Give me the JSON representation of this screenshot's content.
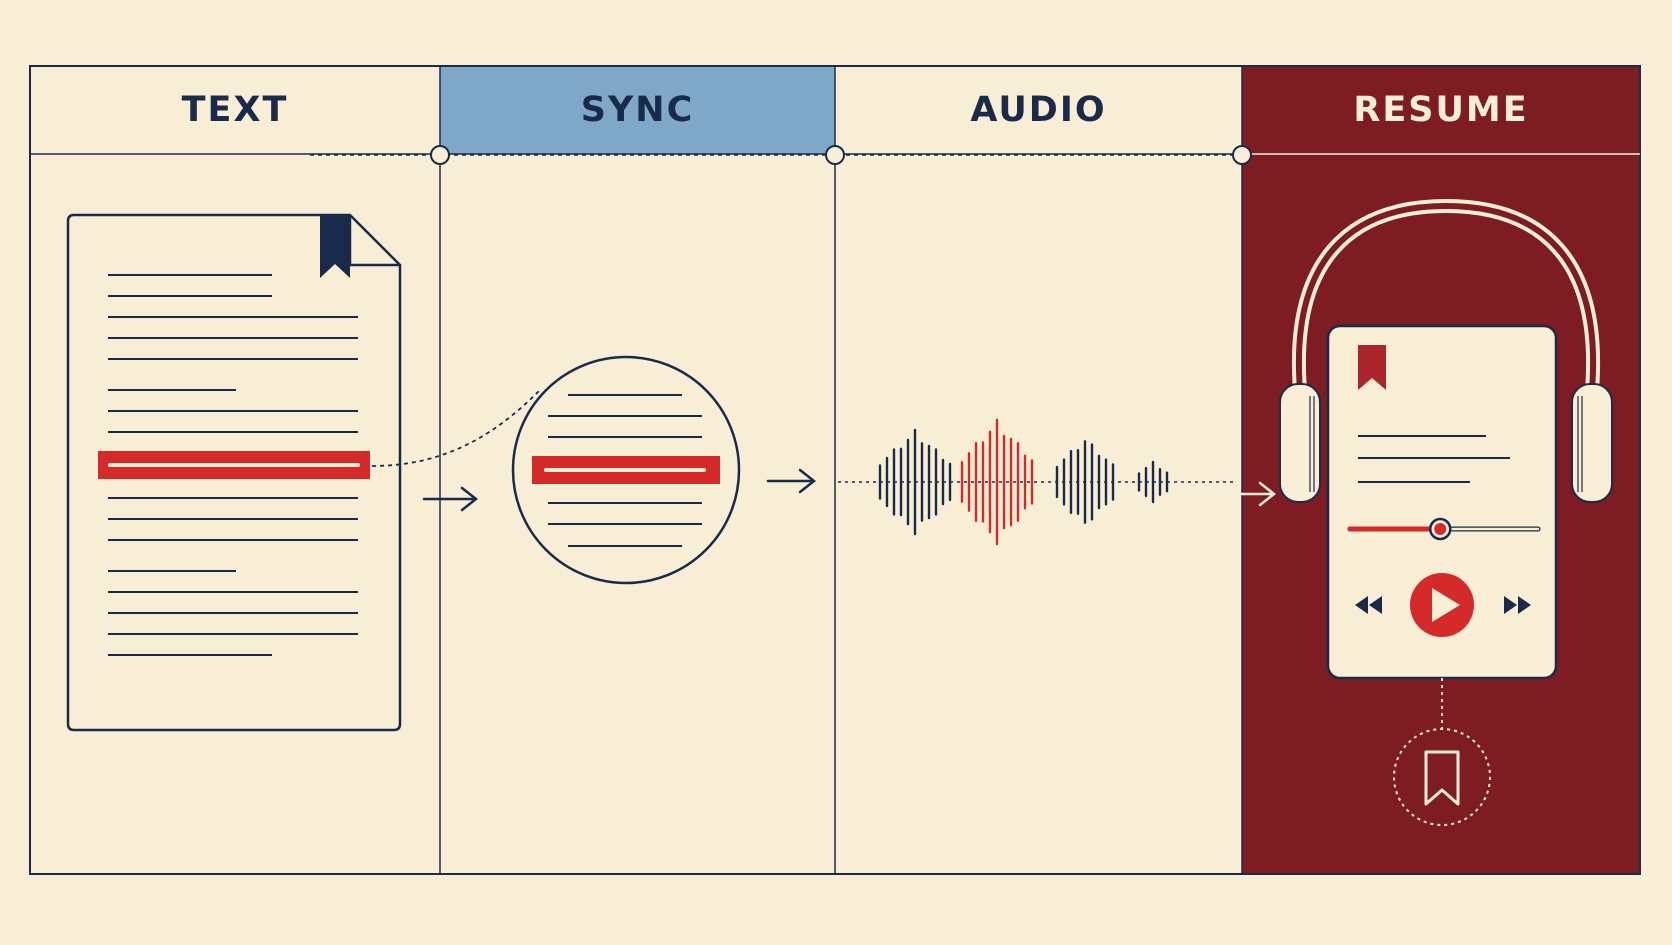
{
  "columns": [
    {
      "id": "text",
      "label": "TEXT"
    },
    {
      "id": "sync",
      "label": "SYNC"
    },
    {
      "id": "audio",
      "label": "AUDIO"
    },
    {
      "id": "resume",
      "label": "RESUME"
    }
  ],
  "colors": {
    "background": "#f8eed6",
    "ink": "#1a2a4a",
    "accent_red": "#d42a2a",
    "resume_panel": "#7d1c22",
    "sync_header": "#7fa8c8",
    "device": "#f8eed6"
  },
  "icons": [
    "document-icon",
    "bookmark-icon",
    "magnifier-lens-icon",
    "waveform-icon",
    "headphones-icon",
    "play-icon",
    "rewind-icon",
    "fast-forward-icon",
    "arrow-right-icon"
  ],
  "player": {
    "progress": 0.48
  }
}
